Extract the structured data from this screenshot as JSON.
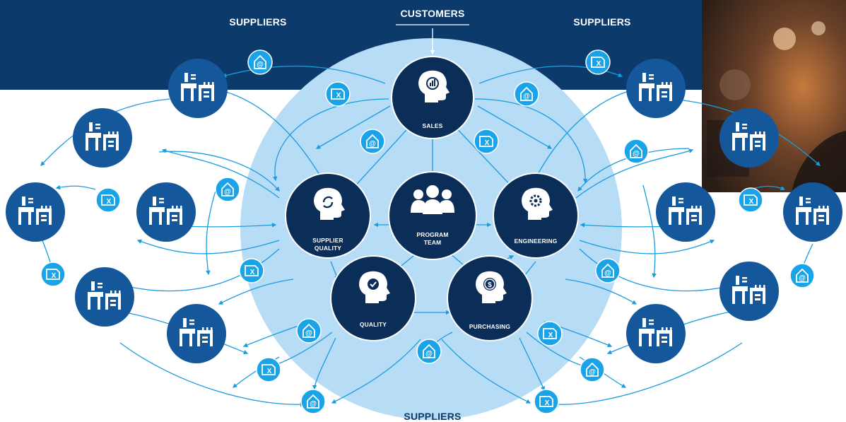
{
  "labels": {
    "customers": "CUSTOMERS",
    "suppliers_top_left": "SUPPLIERS",
    "suppliers_top_right": "SUPPLIERS",
    "suppliers_bottom": "SUPPLIERS"
  },
  "roles": {
    "sales": "SALES",
    "program_team_line1": "PROGRAM",
    "program_team_line2": "TEAM",
    "supplier_quality_line1": "SUPPLIER",
    "supplier_quality_line2": "QUALITY",
    "engineering": "ENGINEERING",
    "quality": "QUALITY",
    "purchasing": "PURCHASING"
  },
  "badge_glyphs": {
    "email": "@",
    "spreadsheet": "X"
  },
  "icons": {
    "supplier_node": "factory-icon",
    "sales": "head-chart-icon",
    "program_team": "team-icon",
    "supplier_quality": "head-refresh-icon",
    "engineering": "head-gear-icon",
    "quality": "head-check-icon",
    "purchasing": "head-dollar-icon",
    "email_badge": "email-envelope-icon",
    "spreadsheet_badge": "spreadsheet-file-icon"
  },
  "colors": {
    "header_band": "#0b3a6b",
    "big_circle": "#b7dcf5",
    "role_node": "#0b2e59",
    "supplier_node": "#14589b",
    "badge": "#1aa3e8",
    "arrow": "#1a9ce0",
    "photo_dark": "#3d2a1e",
    "photo_warm": "#c77a3e"
  }
}
